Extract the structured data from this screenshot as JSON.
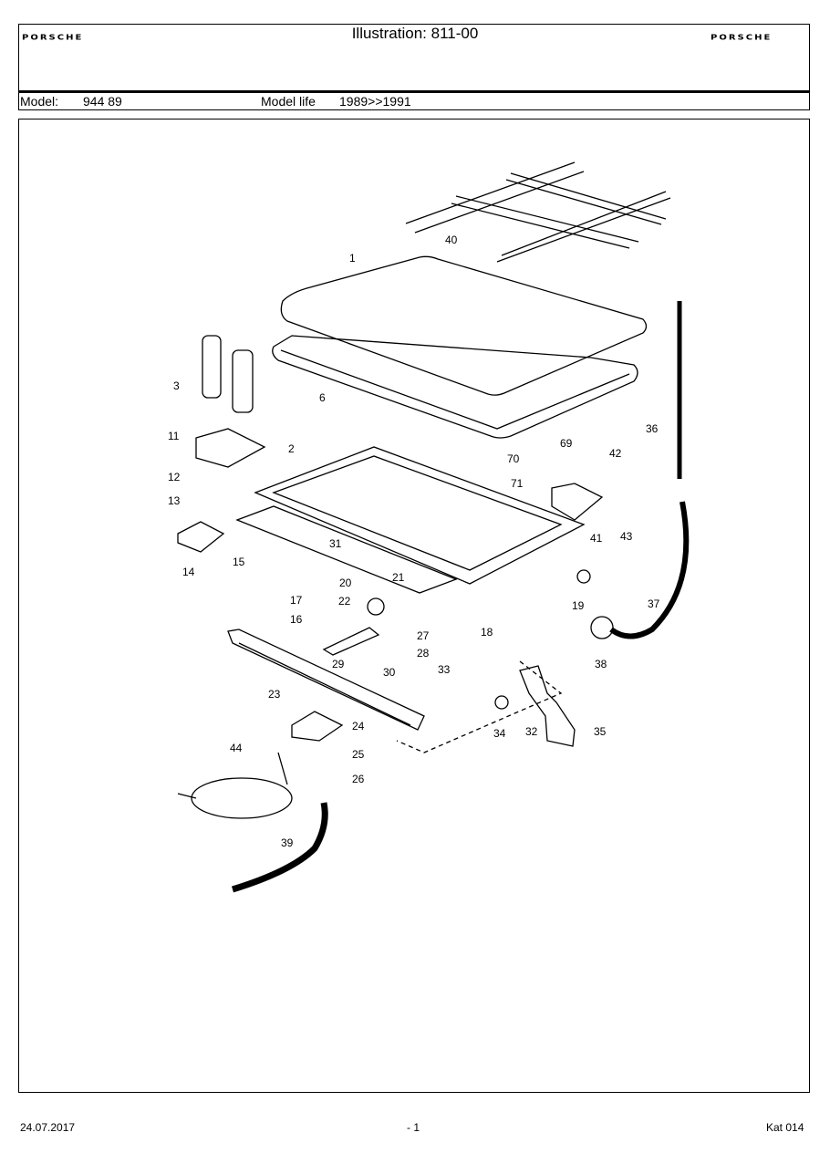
{
  "header": {
    "brand_left": "PORSCHE",
    "brand_right": "PORSCHE",
    "title": "Illustration: 811-00"
  },
  "model_row": {
    "model_label": "Model:",
    "model_value": "944 89",
    "model_life_label": "Model life",
    "model_life_value": "1989>>1991"
  },
  "diagram": {
    "callouts": [
      "40",
      "1",
      "3",
      "6",
      "36",
      "11",
      "2",
      "69",
      "70",
      "42",
      "12",
      "71",
      "13",
      "43",
      "41",
      "14",
      "15",
      "31",
      "21",
      "20",
      "19",
      "17",
      "22",
      "37",
      "16",
      "18",
      "27",
      "28",
      "29",
      "30",
      "38",
      "23",
      "33",
      "24",
      "34",
      "32",
      "35",
      "44",
      "25",
      "26",
      "39"
    ]
  },
  "footer": {
    "date": "24.07.2017",
    "page": "- 1",
    "catalog": "Kat 014"
  }
}
